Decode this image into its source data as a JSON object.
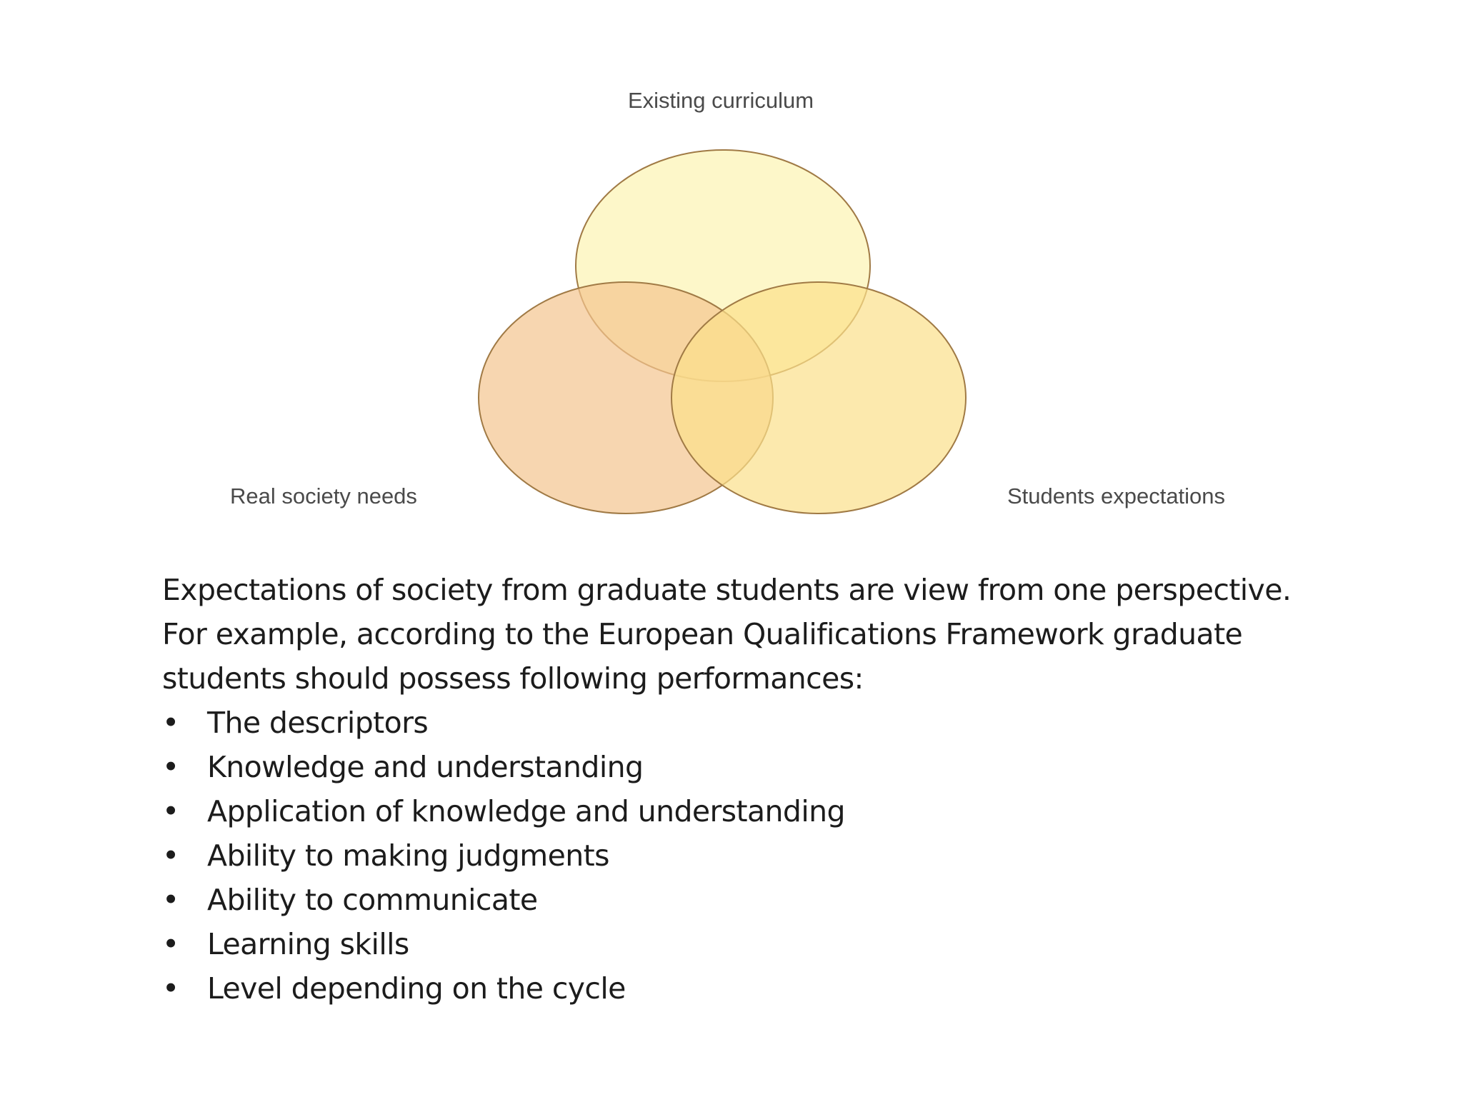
{
  "diagram": {
    "labels": {
      "top": "Existing curriculum",
      "left": "Real society needs",
      "right": "Students expectations"
    },
    "colors": {
      "top_circle": "#fdf6c0",
      "left_circle": "#f3c48e",
      "right_circle": "#fbe08a",
      "outline": "#a07a45"
    }
  },
  "body": {
    "intro_lines": [
      "Expectations of society from graduate students are view from one perspective.",
      "For example, according to the European Qualifications Framework graduate",
      "students should possess following performances:"
    ],
    "bullet_glyph": "•",
    "bullets": [
      "The descriptors",
      "Knowledge and understanding",
      "Application of knowledge and understanding",
      "Ability to making judgments",
      "Ability to communicate",
      "Learning skills",
      "Level depending on the cycle"
    ]
  }
}
